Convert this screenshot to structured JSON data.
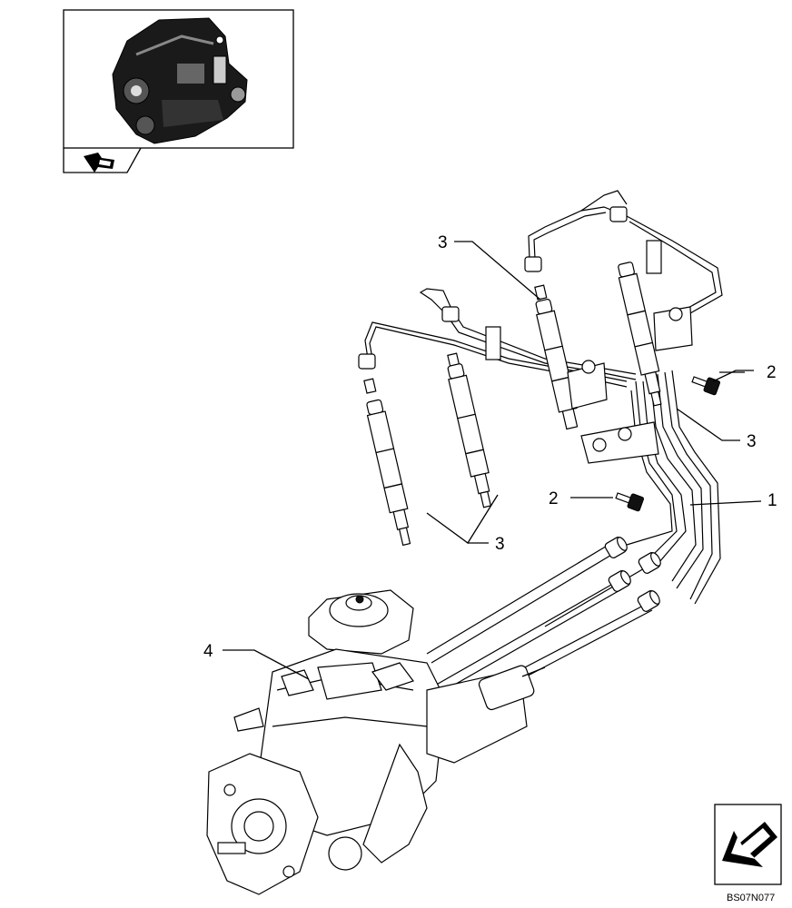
{
  "callouts": [
    {
      "id": "c3a",
      "text": "3"
    },
    {
      "id": "c2a",
      "text": "2"
    },
    {
      "id": "c3b",
      "text": "3"
    },
    {
      "id": "c2b",
      "text": "2"
    },
    {
      "id": "c1",
      "text": "1"
    },
    {
      "id": "c3c",
      "text": "3"
    },
    {
      "id": "c4",
      "text": "4"
    }
  ],
  "drawing_code": "BS07N077",
  "icons": {
    "thumbnail": "engine-thumbnail-icon",
    "thumbnail_arrow": "arrow-back-icon",
    "nav_arrow": "arrow-down-left-icon"
  }
}
